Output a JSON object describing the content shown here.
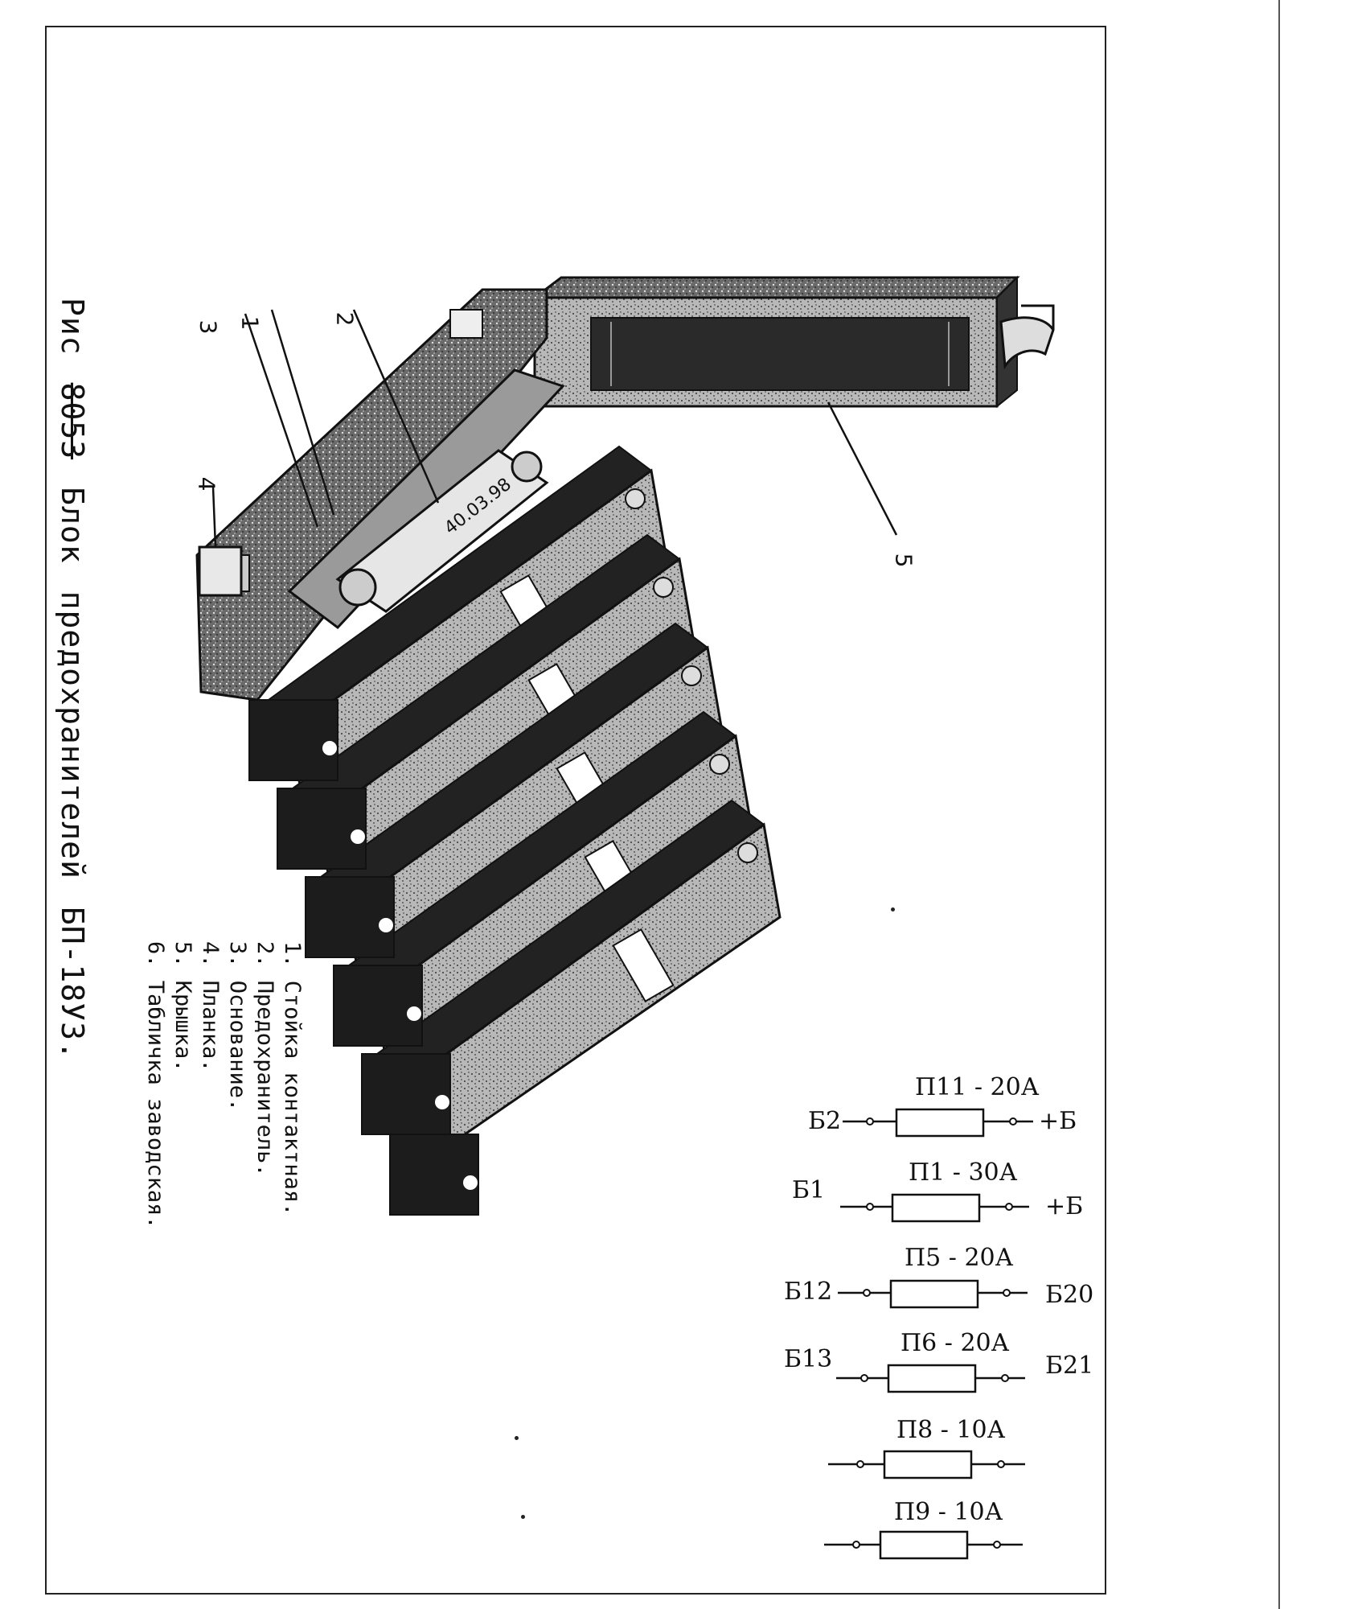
{
  "caption": {
    "prefix": "Рис",
    "number": "8053",
    "title_word1": "Блок",
    "title_word2": "предохранителей",
    "model": "БП-18УЗ."
  },
  "legend": [
    "1. Стойка контактная.",
    "2. Предохранитель.",
    "3. Основание.",
    "4. Планка.",
    "5. Крышка.",
    "6. Табличка заводская."
  ],
  "callouts": [
    "1",
    "2",
    "3",
    "4",
    "5"
  ],
  "fuse_label_text": "40.03.98",
  "fuses": [
    {
      "title": "П11 - 20А",
      "left": "Б2",
      "right": "+Б"
    },
    {
      "title": "П1 - 30А",
      "left": "Б1",
      "right": "+Б"
    },
    {
      "title": "П5 - 20А",
      "left": "Б12",
      "right": "Б20"
    },
    {
      "title": "П6 - 20А",
      "left": "Б13",
      "right": "Б21"
    },
    {
      "title": "П8 - 10А",
      "left": "",
      "right": ""
    },
    {
      "title": "П9 - 10А",
      "left": "",
      "right": ""
    }
  ]
}
